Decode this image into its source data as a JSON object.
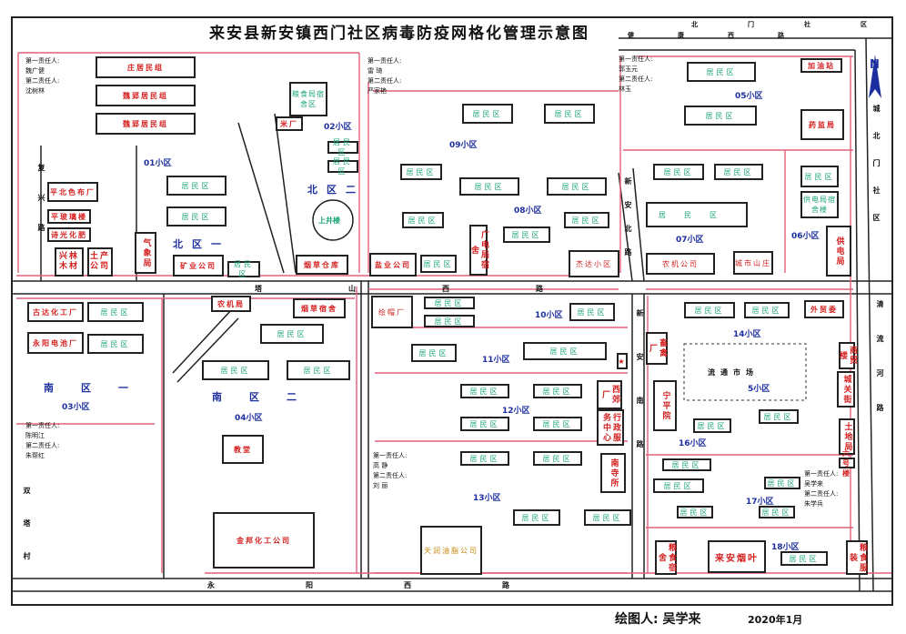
{
  "title": "来安县新安镇西门社区病毒防疫网格化管理示意图",
  "footer": {
    "drawer": "绘图人:  吴学来",
    "date": "2020年1月"
  },
  "north": "N",
  "zones": [
    {
      "id": "z01",
      "label": "01小区"
    },
    {
      "id": "z02",
      "label": "02小区"
    },
    {
      "id": "z03",
      "label": "03小区"
    },
    {
      "id": "z04",
      "label": "04小区"
    },
    {
      "id": "z05",
      "label": "05小区"
    },
    {
      "id": "z06",
      "label": "06小区"
    },
    {
      "id": "z07",
      "label": "07小区"
    },
    {
      "id": "z08",
      "label": "08小区"
    },
    {
      "id": "z09",
      "label": "09小区"
    },
    {
      "id": "z10",
      "label": "10小区"
    },
    {
      "id": "z11",
      "label": "11小区"
    },
    {
      "id": "z12",
      "label": "12小区"
    },
    {
      "id": "z13",
      "label": "13小区"
    },
    {
      "id": "z14",
      "label": "14小区"
    },
    {
      "id": "z15",
      "label": "5小区"
    },
    {
      "id": "z16",
      "label": "16小区"
    },
    {
      "id": "z17",
      "label": "17小区"
    },
    {
      "id": "z18",
      "label": "18小区"
    }
  ],
  "districts": {
    "north1": "北区一",
    "north2": "北区二",
    "south1": "南区一",
    "south2": "南区二"
  },
  "roads": {
    "jiankang": "健康西路",
    "dongmen": "北门社区",
    "xingshan": "塔山西路",
    "yongyang": "永阳西路",
    "xinan_north": "新安北路",
    "xinan_south": "新安南路",
    "fuxing": "复兴路",
    "chengbei": "城北门社区",
    "qing": "清流河路",
    "shuang": "双塔村"
  },
  "persons": {
    "p01": [
      "第一责任人:",
      "魏广健",
      "第二责任人:",
      "沈树林"
    ],
    "p09": [
      "第一责任人:",
      "雷 琦",
      "第二责任人:",
      "严家艳"
    ],
    "p05": [
      "第一责任人:",
      "郭玉元",
      "第二责任人:",
      "林玉"
    ],
    "p03": [
      "第一责任人:",
      "陈明江",
      "第二责任人:",
      "朱帮红"
    ],
    "p13": [
      "第一责任人:",
      "高 静",
      "第二责任人:",
      "刘 丽"
    ],
    "p17": [
      "第一责任人:",
      "吴学来",
      "第二责任人:",
      "朱学兵"
    ]
  },
  "resident": "居民区",
  "labels": {
    "b_zhuang": "庄居民组",
    "b_qian": "魏郢居民组",
    "b_qian2": "魏郢居民组",
    "liangshi": "粮食局宿舍区",
    "mi": "米厂",
    "shangjing": "上井楼",
    "pingbei": "平北色布厂",
    "pingtang": "平玻璃楼",
    "jiangguang": "诗光化肥",
    "xinglin": "兴林木材",
    "tuchan": "土产公司",
    "qixiang": "气象局",
    "kuangye": "矿业公司",
    "yancao": "烟草仓库",
    "yanshi": "盐业公司",
    "guangyu": "广电局宿舍",
    "jiayou": "加油站",
    "yaojian": "药监局",
    "gongdian": "供电局宿舍楼",
    "gongdian2": "供电局",
    "nongji": "农机公司",
    "yunyi": "杰达小区",
    "cheng": "城市山庄",
    "gufen": "古达化工厂",
    "yangguang": "永阳电池厂",
    "nongji2": "农机局",
    "yancaosu": "烟草宿舍",
    "jianghua": "绘帽厂",
    "jiaotang": "教堂",
    "jinbang": "金邦化工公司",
    "tianrun": "天润油脂公司",
    "zhengwu": "行政服务中心",
    "xiguang": "西郊厂",
    "nanyi": "南寺所",
    "waimao": "外贸委",
    "zhaoguang": "畜禽厂",
    "ningping": "宁平院",
    "shangye": "商贸楼",
    "tuyu": "土地局",
    "laian": "来安烟叶",
    "nanyuan": "粮食宿舍",
    "zhuhua": "粮食服装",
    "liu": "六 号楼",
    "liutong": "流通市场",
    "chengguan": "城关街"
  },
  "colors": {
    "green": "#1aa57a",
    "red": "#d41e1e",
    "blue": "#1d2f9e",
    "pink": "#e4607a"
  }
}
